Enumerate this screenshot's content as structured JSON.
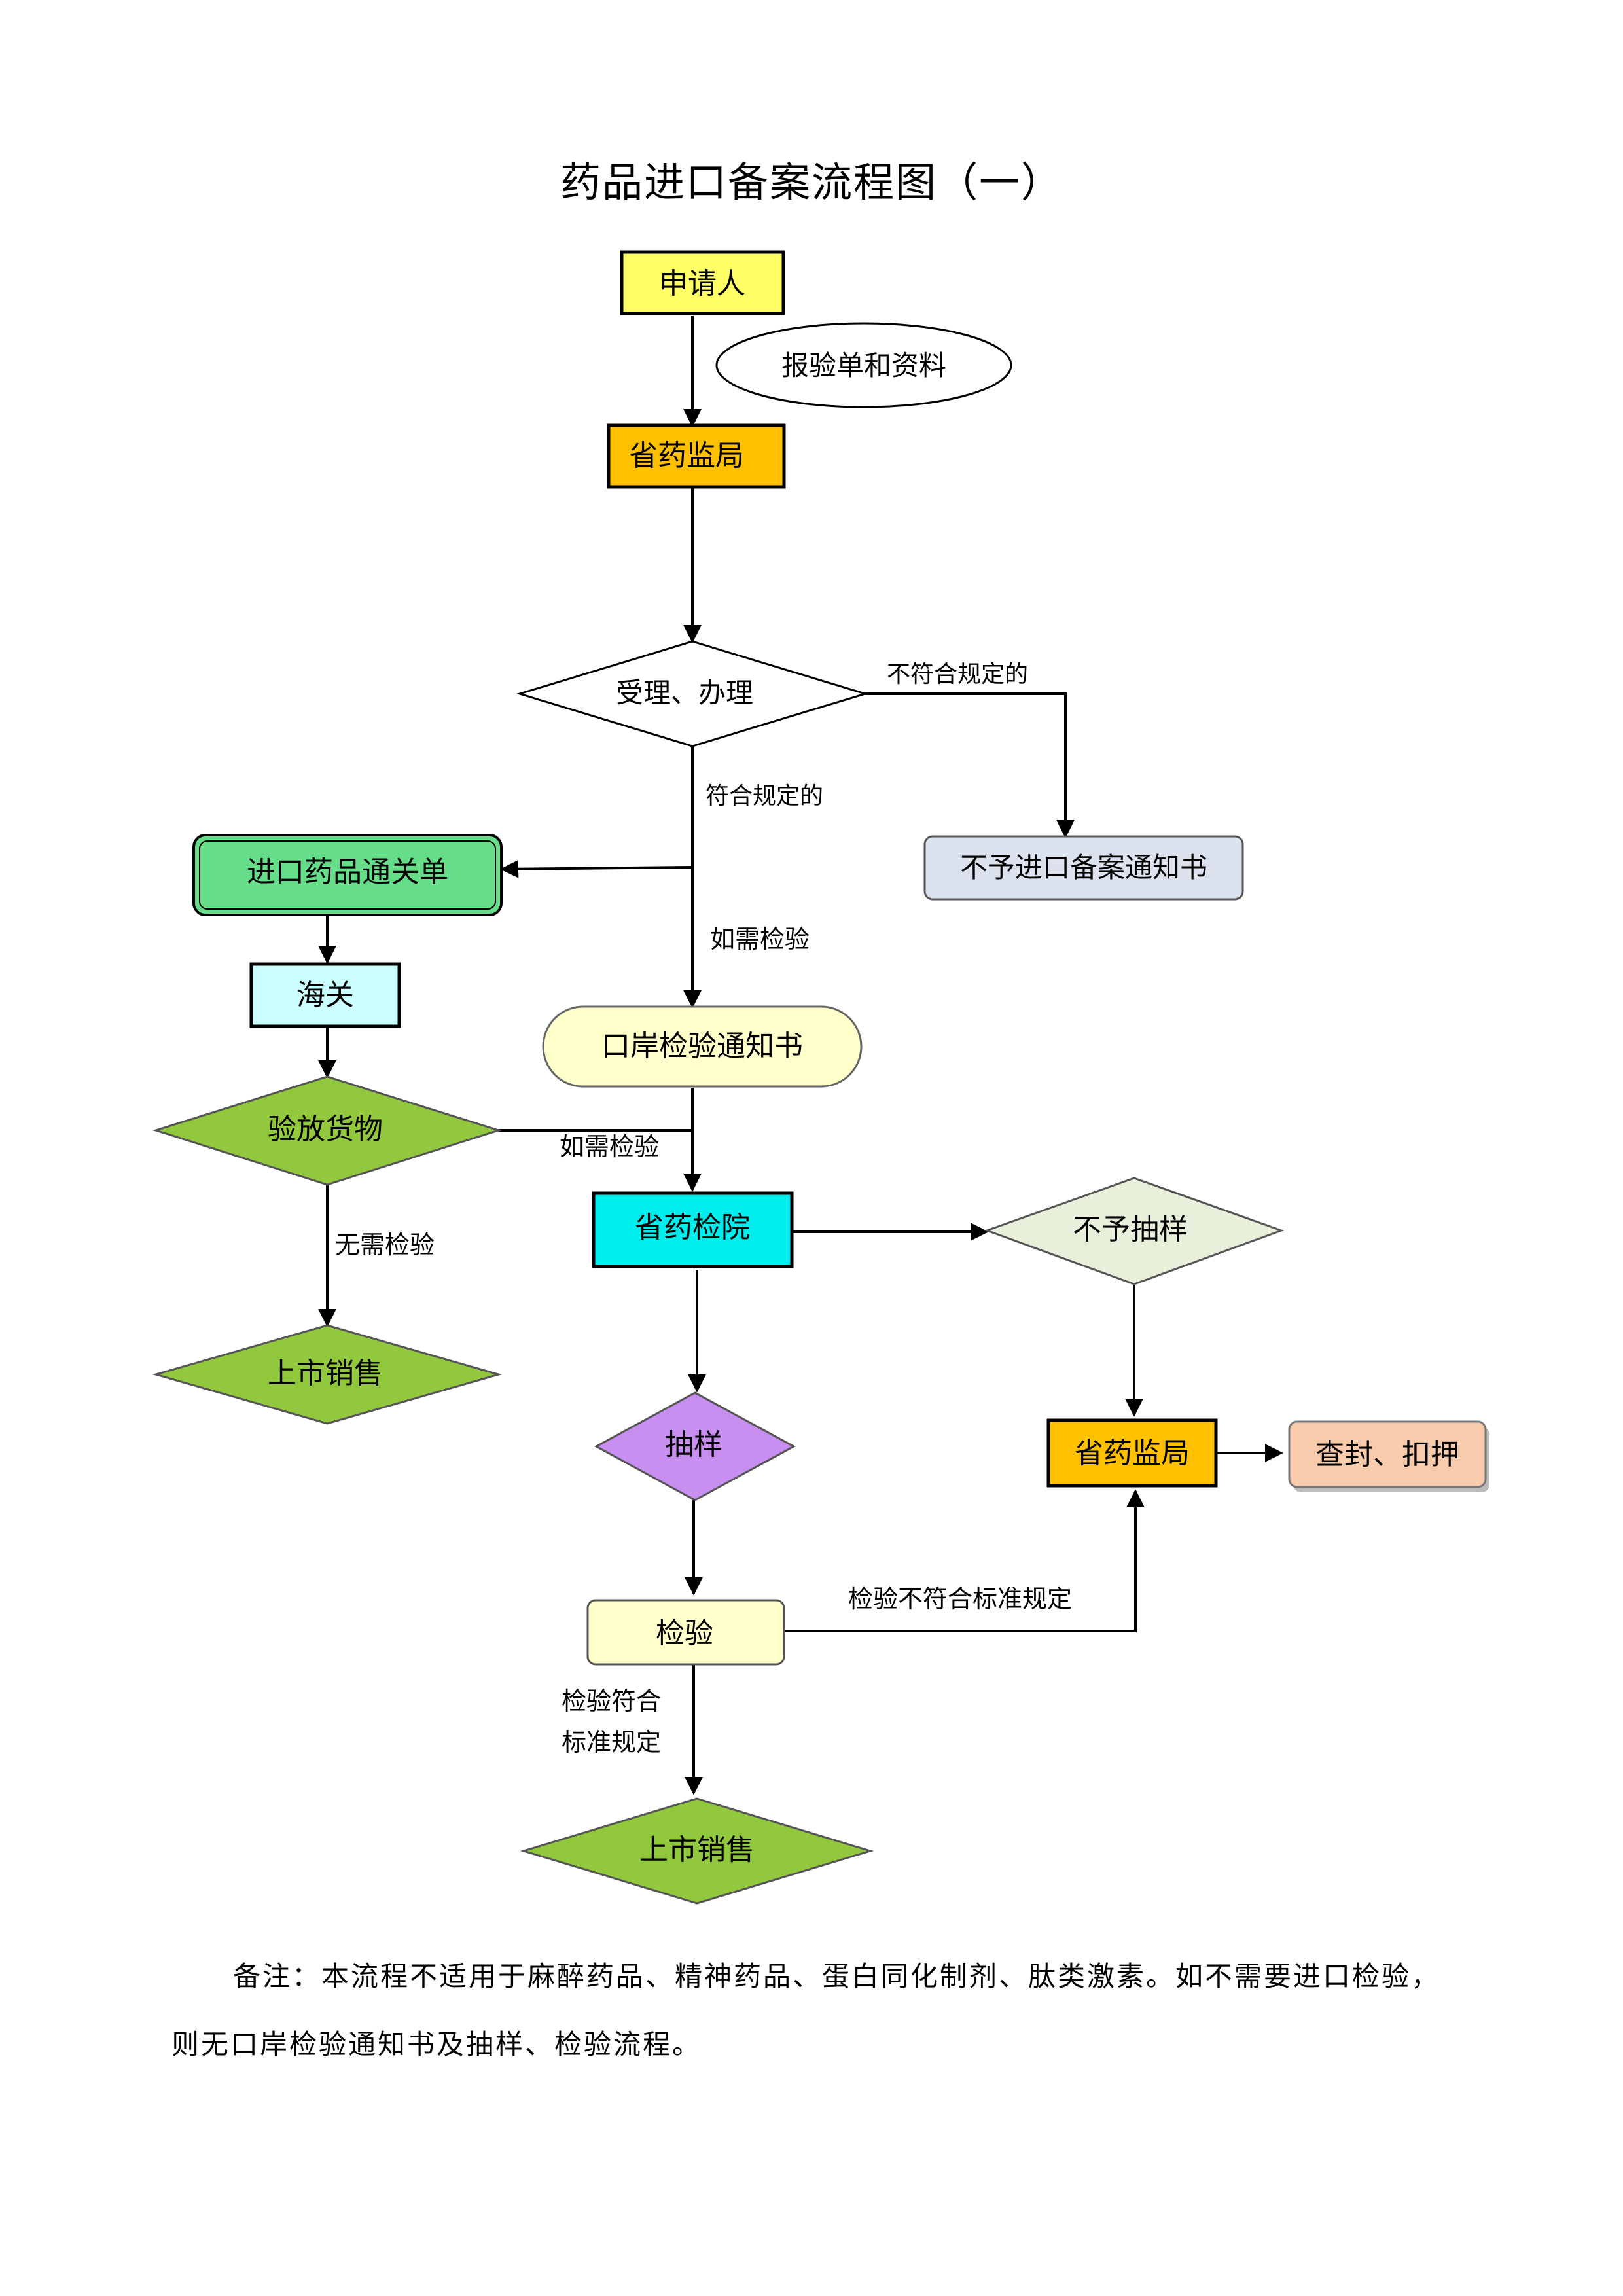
{
  "title": "药品进口备案流程图（一）",
  "nodes": {
    "applicant": "申请人",
    "report_docs": "报验单和资料",
    "provincial_bureau_top": "省药监局",
    "accept_process": "受理、办理",
    "customs_form": "进口药品通关单",
    "reject_notice": "不予进口备案通知书",
    "customs": "海关",
    "port_inspection_notice": "口岸检验通知书",
    "release_goods": "验放货物",
    "provincial_institute": "省药检院",
    "no_sampling": "不予抽样",
    "market_sale_left": "上市销售",
    "sampling": "抽样",
    "provincial_bureau_right": "省药监局",
    "seal_seize": "查封、扣押",
    "inspection": "检验",
    "market_sale_bottom": "上市销售"
  },
  "edge_labels": {
    "non_compliant": "不符合规定的",
    "compliant": "符合规定的",
    "if_inspection_needed_1": "如需检验",
    "if_inspection_needed_2": "如需检验",
    "no_inspection_needed": "无需检验",
    "inspection_fail": "检验不符合标准规定",
    "inspection_pass_line1": "检验符合",
    "inspection_pass_line2": "标准规定"
  },
  "note": {
    "line1": "备注：本流程不适用于麻醉药品、精神药品、蛋白同化制剂、肽类激素。如不需要进口检验，",
    "line2": "则无口岸检验通知书及抽样、检验流程。"
  },
  "colors": {
    "yellow": "#ffff66",
    "orange": "#ffc000",
    "green_box": "#66dd88",
    "light_cyan": "#ccffff",
    "cyan": "#00eeee",
    "olive_green": "#92c83e",
    "purple": "#c88ef0",
    "pale_green": "#e8f0dc",
    "light_blue_gray": "#dce3ee",
    "cream": "#ffffcc",
    "peach": "#f8cbad"
  }
}
